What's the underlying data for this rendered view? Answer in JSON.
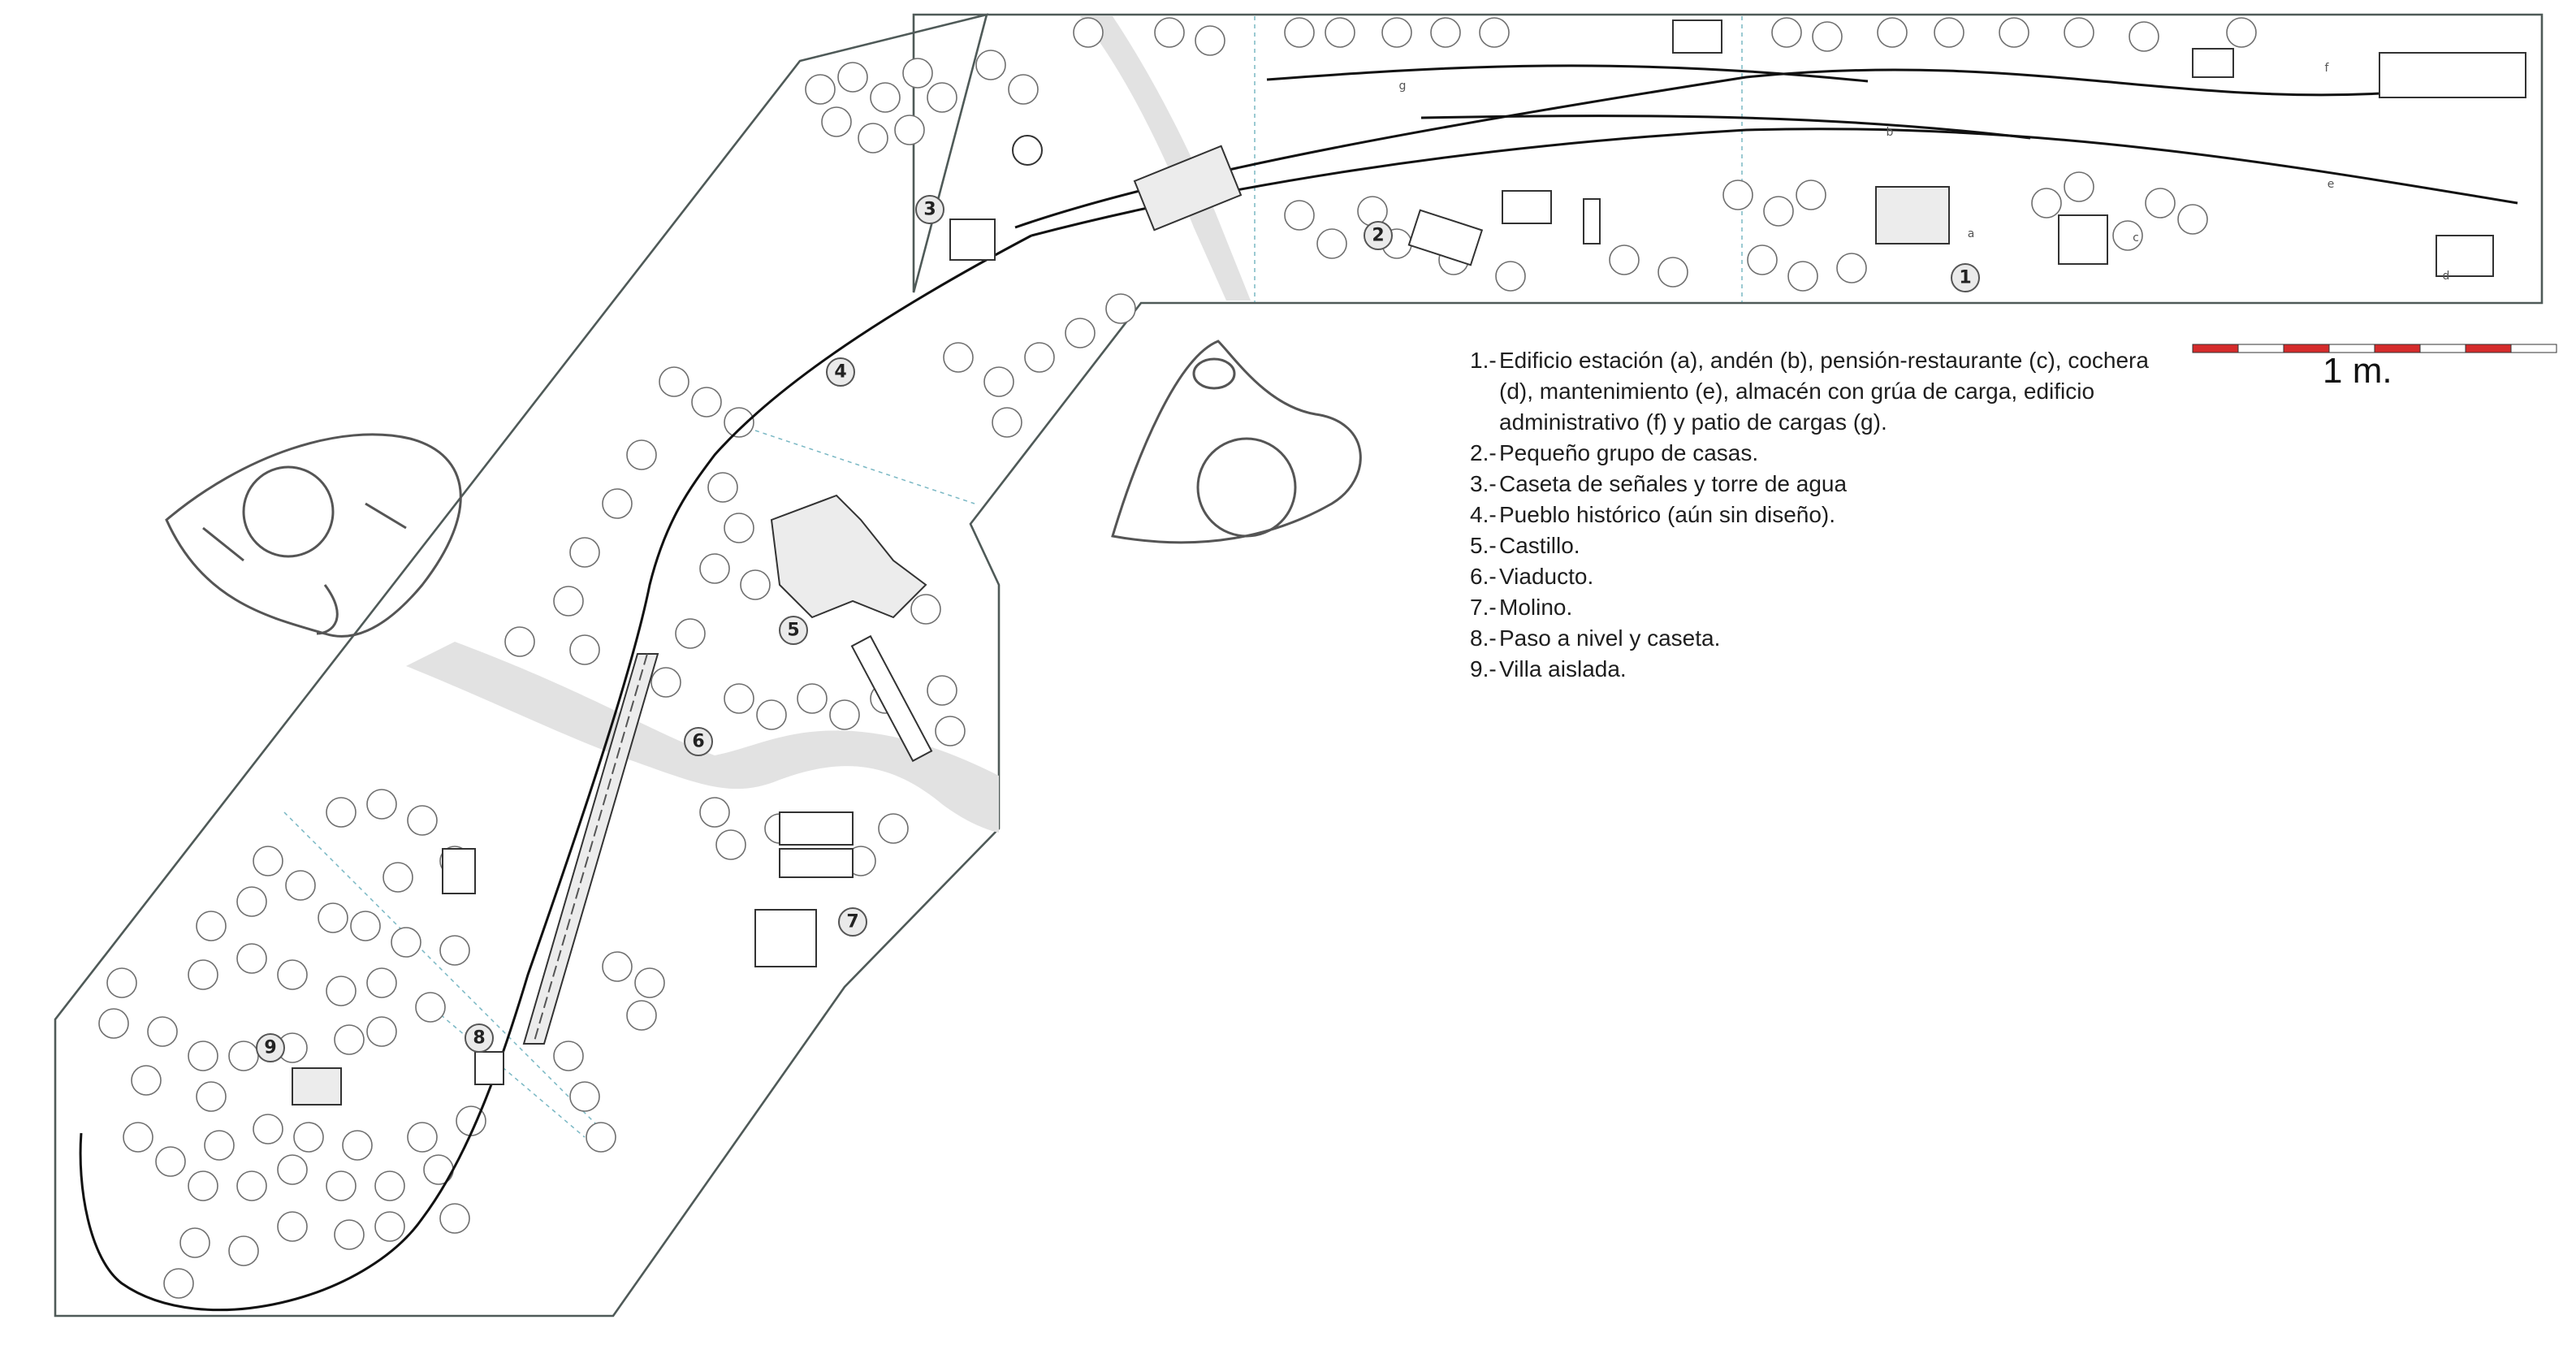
{
  "plan": {
    "legend": [
      {
        "num": "1.-",
        "text": "Edificio estación (a), andén (b), pensión-restaurante (c), cochera (d), mantenimiento (e), almacén con grúa de carga, edificio administrativo (f) y patio de cargas (g)."
      },
      {
        "num": "2.-",
        "text": "Pequeño grupo de casas."
      },
      {
        "num": "3.-",
        "text": "Caseta de señales y torre de agua"
      },
      {
        "num": "4.-",
        "text": "Pueblo histórico (aún sin diseño)."
      },
      {
        "num": "5.-",
        "text": "Castillo."
      },
      {
        "num": "6.-",
        "text": "Viaducto."
      },
      {
        "num": "7.-",
        "text": "Molino."
      },
      {
        "num": "8.-",
        "text": "Paso a nivel y caseta."
      },
      {
        "num": "9.-",
        "text": "Villa aislada."
      }
    ],
    "scale": {
      "label": "1 m.",
      "colors": [
        "#d52b2b",
        "#ffffff"
      ]
    },
    "zone_numbers": [
      "1",
      "2",
      "3",
      "4",
      "5",
      "6",
      "7",
      "8",
      "9"
    ],
    "station_letters": [
      "a",
      "b",
      "c",
      "d",
      "e",
      "f",
      "g"
    ],
    "colors": {
      "outline": "#4f5a58",
      "track": "#111111",
      "water": "#e2e2e2",
      "zone_divider": "#7ab8c4",
      "scale_red": "#d52b2b"
    }
  }
}
